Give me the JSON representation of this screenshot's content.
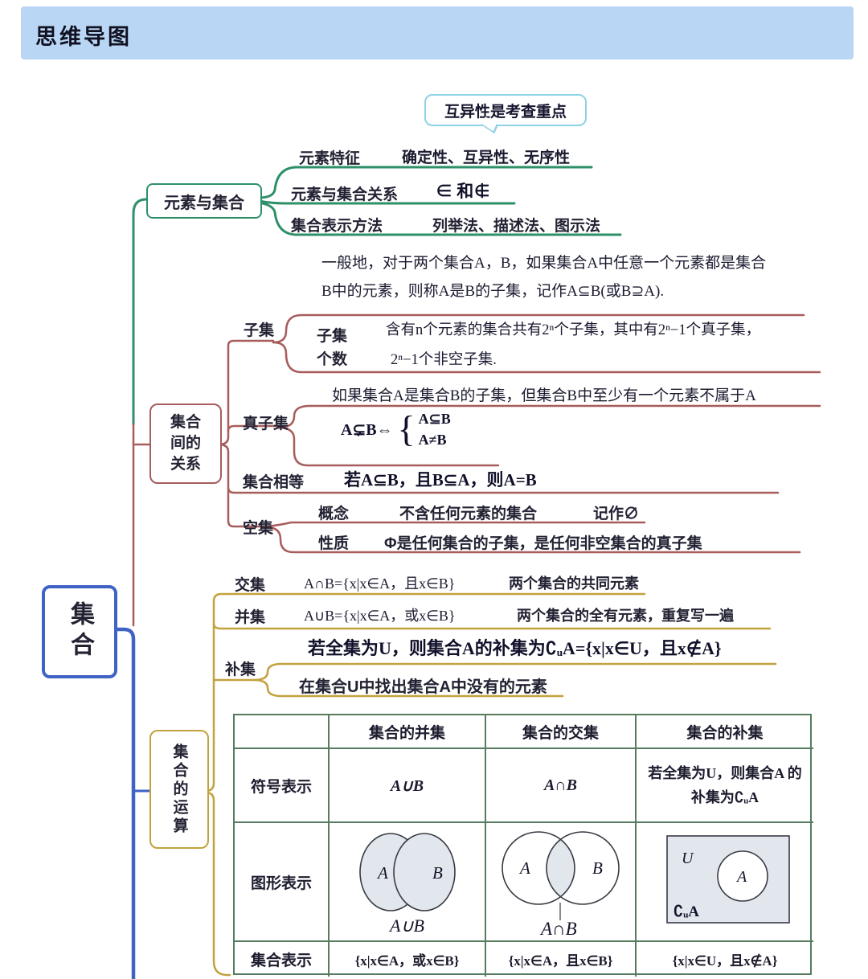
{
  "header": {
    "title": "思维导图"
  },
  "root": {
    "label": "集合"
  },
  "elements_branch": {
    "node": "元素与集合",
    "callout": "互异性是考查重点",
    "rows": [
      {
        "label": "元素特征",
        "value": "确定性、互异性、无序性"
      },
      {
        "label": "元素与集合关系",
        "value": "∈ 和∉"
      },
      {
        "label": "集合表示方法",
        "value": "列举法、描述法、图示法"
      }
    ]
  },
  "relations_branch": {
    "node": "集合间的关系",
    "intro_line1": "一般地，对于两个集合A，B，如果集合A中任意一个元素都是集合",
    "intro_line2": "B中的元素，则称A是B的子集，记作A⊆B(或B⊇A).",
    "subset": {
      "label": "子集",
      "count_label": "子集个数",
      "value_line1": "含有n个元素的集合共有2ⁿ个子集，其中有2ⁿ−1个真子集，",
      "value_line2": "2ⁿ−1个非空子集."
    },
    "proper_subset": {
      "label": "真子集",
      "note": "如果集合A是集合B的子集，但集合B中至少有一个元素不属于A",
      "formula_head": "A⊊B⇔",
      "brace": "{",
      "case1": "A⊆B",
      "case2": "A≠B"
    },
    "equality": {
      "label": "集合相等",
      "value": "若A⊆B，且B⊆A，则A=B"
    },
    "empty_set": {
      "label": "空集",
      "concept_label": "概念",
      "concept_value": "不含任何元素的集合",
      "concept_note": "记作∅",
      "property_label": "性质",
      "property_value": "Φ是任何集合的子集，是任何非空集合的真子集"
    }
  },
  "operations_branch": {
    "node": "集合的运算",
    "intersection": {
      "label": "交集",
      "formula": "A∩B={x|x∈A，且x∈B}",
      "note": "两个集合的共同元素"
    },
    "union": {
      "label": "并集",
      "formula": "A∪B={x|x∈A，或x∈B}",
      "note": "两个集合的全有元素，重复写一遍"
    },
    "complement": {
      "label": "补集",
      "formula": "若全集为U，则集合A的补集为∁ᵤA={x|x∈U，且x∉A}",
      "desc": "在集合U中找出集合A中没有的元素"
    }
  },
  "table": {
    "headers": [
      "集合的并集",
      "集合的交集",
      "集合的补集"
    ],
    "row_labels": [
      "符号表示",
      "图形表示",
      "集合表示"
    ],
    "symbol_row": {
      "union": "A∪B",
      "intersection": "A∩B",
      "complement_line1": "若全集为U，则集合A 的",
      "complement_line2": "补集为∁ᵤA"
    },
    "diagram_row": {
      "set_a": "A",
      "set_b": "B",
      "union_caption": "A∪B",
      "intersection_caption": "A∩B",
      "universe": "U",
      "inner_a": "A",
      "complement_label": "∁ᵤA"
    },
    "set_row": {
      "union": "{x|x∈A，或x∈B}",
      "intersection": "{x|x∈A，且x∈B}",
      "complement": "{x|x∈U，且x∉A}"
    }
  }
}
